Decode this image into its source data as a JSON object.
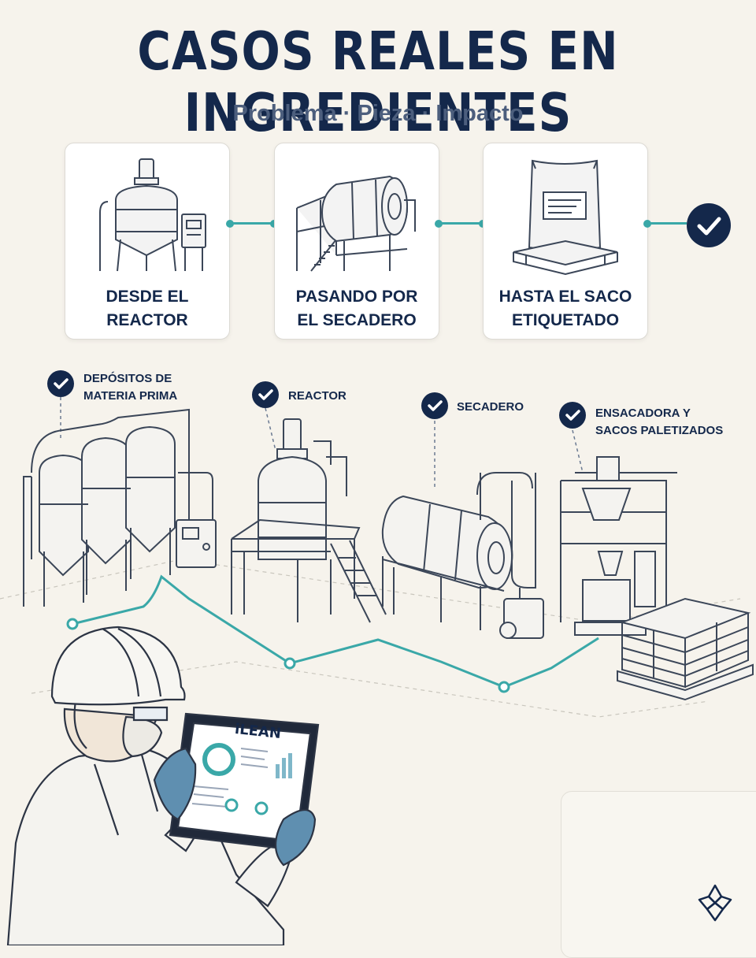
{
  "header": {
    "title": "CASOS REALES EN INGREDIENTES",
    "subtitle": "Problema · Pieza · Impacto"
  },
  "steps": [
    {
      "label_line1": "DESDE EL",
      "label_line2": "REACTOR",
      "icon": "reactor-icon"
    },
    {
      "label_line1": "PASANDO POR",
      "label_line2": "EL SECADERO",
      "icon": "dryer-icon"
    },
    {
      "label_line1": "HASTA EL SACO",
      "label_line2": "ETIQUETADO",
      "icon": "labeled-bag-icon"
    }
  ],
  "final_icon": "check-icon",
  "stages": [
    {
      "line1": "DEPÓSITOS DE",
      "line2": "MATERIA PRIMA"
    },
    {
      "line1": "REACTOR",
      "line2": ""
    },
    {
      "line1": "SECADERO",
      "line2": ""
    },
    {
      "line1": "ENSACADORA Y",
      "line2": "SACOS PALETIZADOS"
    }
  ],
  "tablet": {
    "app_name": "iLEAN"
  },
  "colors": {
    "navy": "#14284b",
    "teal": "#3aa8a8",
    "background": "#f6f3ec",
    "glove": "#5f8fb0"
  }
}
